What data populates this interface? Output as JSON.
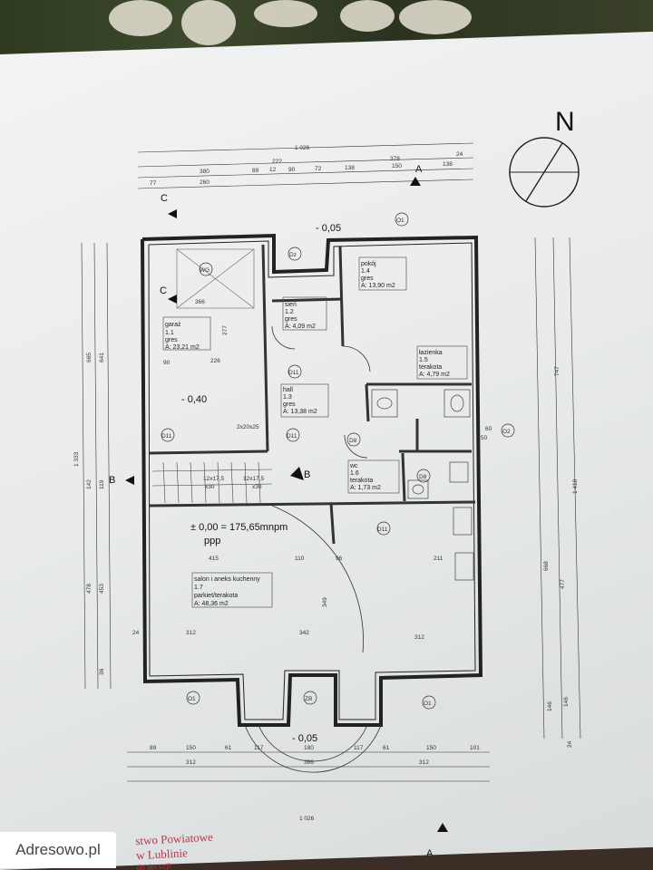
{
  "watermark": {
    "text": "Adresowo.pl"
  },
  "stamp": {
    "line1": "stwo Powiatowe",
    "line2": "w Lublinie",
    "line3": "do decyzji"
  },
  "compass": {
    "letter": "N"
  },
  "level_marks": {
    "main": "± 0,00 = 175,65mnpm",
    "main_sub": "ppp",
    "top": "- 0,05",
    "bottom": "- 0,05"
  },
  "section_marks": {
    "a": "A",
    "b": "B",
    "c": "C"
  },
  "rooms": [
    {
      "name": "garaż",
      "num": "1.1",
      "floor": "gres",
      "area": "A: 23,21 m2"
    },
    {
      "name": "sień",
      "num": "1.2",
      "floor": "gres",
      "area": "A: 4,09 m2"
    },
    {
      "name": "hall",
      "num": "1.3",
      "floor": "gres",
      "area": "A: 13,38 m2"
    },
    {
      "name": "pokój",
      "num": "1.4",
      "floor": "gres",
      "area": "A: 13,90 m2"
    },
    {
      "name": "łazienka",
      "num": "1.5",
      "floor": "terakota",
      "area": "A: 4,79 m2"
    },
    {
      "name": "wc",
      "num": "1.6",
      "floor": "terakota",
      "area": "A: 1,73 m2"
    },
    {
      "name": "salon i aneks kuchenny",
      "num": "1.7",
      "floor": "parkiet/terakota",
      "area": "A: 48,36 m2"
    }
  ],
  "dims_top": {
    "total": "1 026",
    "row2": [
      "222",
      "378",
      "24"
    ],
    "row3": [
      "380",
      "89",
      "12",
      "90",
      "72",
      "138",
      "150",
      "138"
    ],
    "row4": [
      "77",
      "260"
    ]
  },
  "dims_bottom": {
    "row1": [
      "89",
      "150",
      "61",
      "117",
      "180",
      "117",
      "61",
      "150",
      "101"
    ],
    "row2": [
      "312",
      "366",
      "312"
    ],
    "total": "1 026"
  },
  "dims_left": [
    "1 333",
    "665",
    "641",
    "142",
    "119",
    "478",
    "453",
    "24",
    "36"
  ],
  "dims_right": [
    "1 418",
    "747",
    "668",
    "477",
    "146",
    "146",
    "24",
    "50",
    "60"
  ],
  "dims_inner": [
    "366",
    "415",
    "110",
    "96",
    "211",
    "312",
    "342",
    "312",
    "226",
    "90",
    "349",
    "277"
  ],
  "door_tags": [
    "O1",
    "O1",
    "O1",
    "O2",
    "Dz",
    "D11",
    "D11",
    "D11",
    "D11",
    "D8",
    "D8",
    "ZB",
    "WG"
  ],
  "stairs": {
    "left": "12x17,5",
    "left_sub": "x30",
    "right": "12x17,5",
    "right_sub": "x30",
    "col": "2x20x25"
  }
}
